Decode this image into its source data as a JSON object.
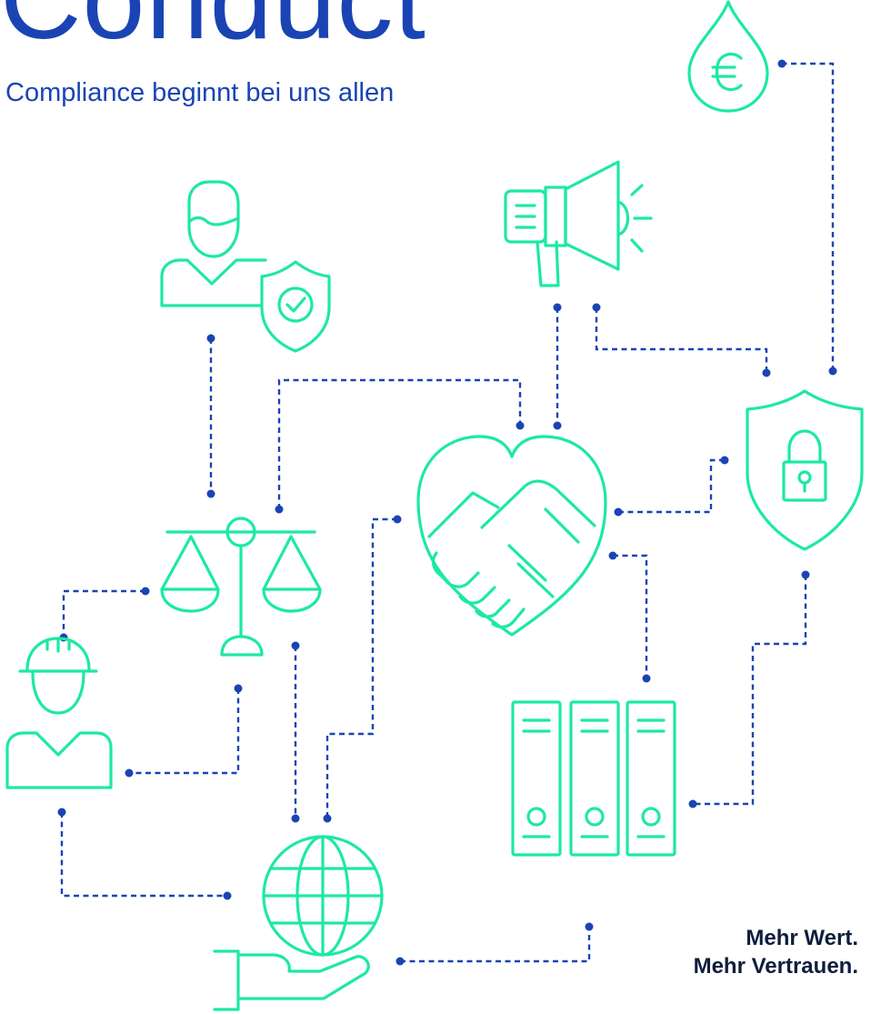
{
  "header": {
    "title": "Conduct",
    "subtitle": "Compliance beginnt bei uns allen"
  },
  "footer": {
    "tagline_line1": "Mehr Wert.",
    "tagline_line2": "Mehr Vertrauen."
  },
  "colors": {
    "accent_green": "#1de9a2",
    "brand_blue": "#1a44b4",
    "tagline_dark": "#0e1e3c"
  },
  "icons": [
    "euro-drop-icon",
    "megaphone-icon",
    "person-shield-icon",
    "handshake-heart-icon",
    "shield-lock-icon",
    "scales-icon",
    "worker-helmet-icon",
    "binders-icon",
    "globe-hand-icon"
  ]
}
